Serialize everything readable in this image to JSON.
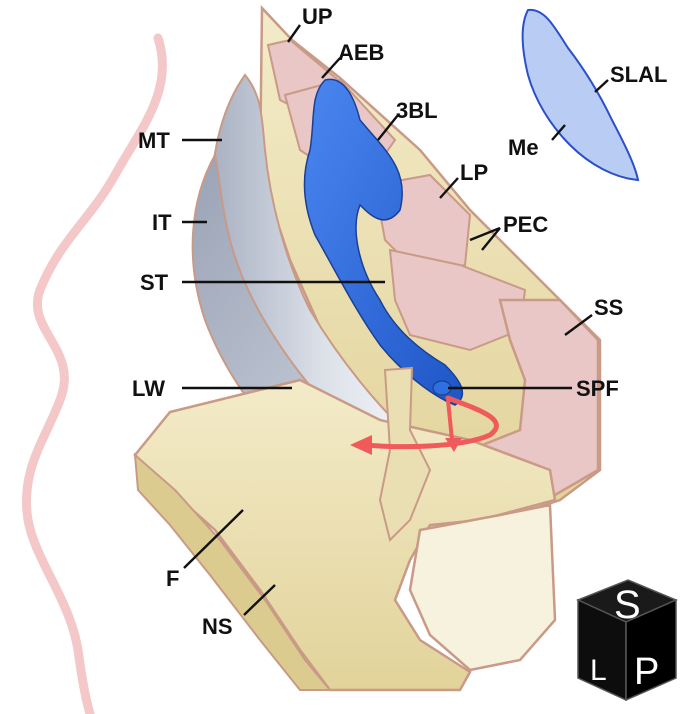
{
  "labels": {
    "up": "UP",
    "aeb": "AEB",
    "bl3": "3BL",
    "mt": "MT",
    "lp": "LP",
    "it": "IT",
    "pec": "PEC",
    "st": "ST",
    "ss": "SS",
    "lw": "LW",
    "spf": "SPF",
    "f": "F",
    "ns": "NS",
    "slal": "SLAL",
    "me": "Me"
  },
  "orientation_cube": {
    "top": "S",
    "left": "L",
    "right": "P"
  },
  "colors": {
    "bone_fill": "#eadfb2",
    "bone_edge": "#c99a86",
    "mucosa_pink": "#e8c7c6",
    "turbinate_gray": "#c6ccd8",
    "lamella_blue": "#2f6fe0",
    "slal_blue": "#b9cdf4",
    "arrow_red": "#f05a5a",
    "skin_line": "#f4c8c8"
  }
}
